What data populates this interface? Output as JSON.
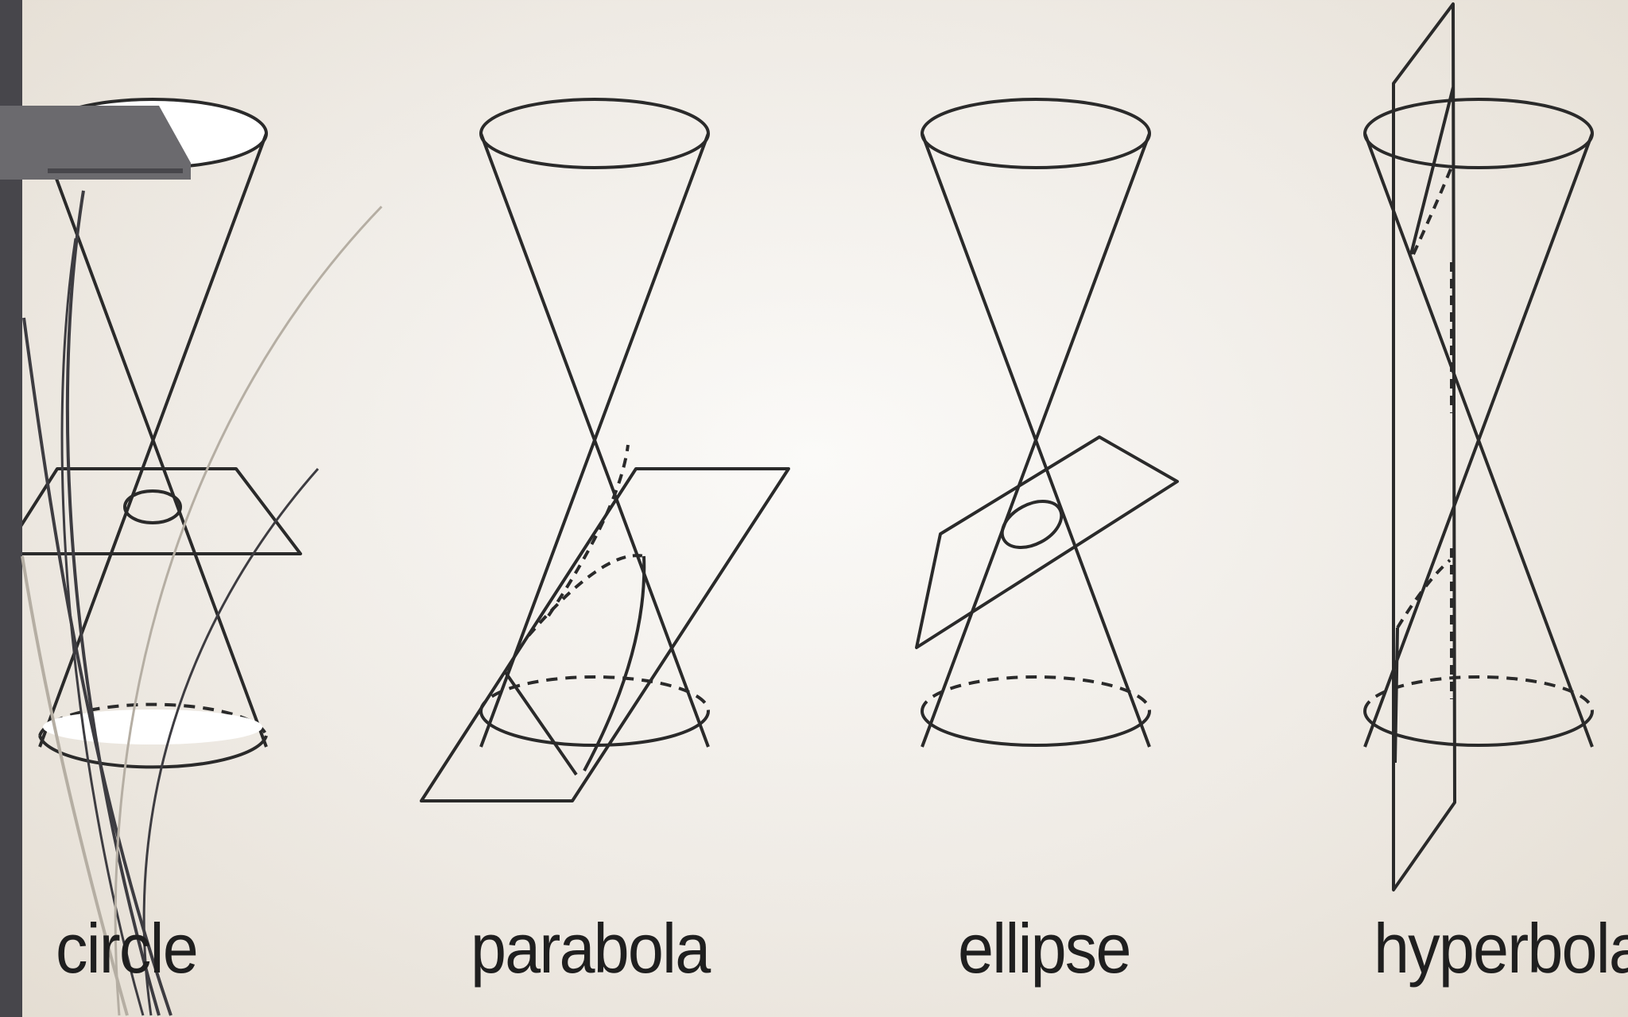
{
  "labels": {
    "circle": "circle",
    "parabola": "parabola",
    "ellipse": "ellipse",
    "hyperbola": "hyperbola"
  },
  "colors": {
    "line": "#2a2a2a",
    "sidebar": "#47464b",
    "tab": "#6b6a6e"
  }
}
